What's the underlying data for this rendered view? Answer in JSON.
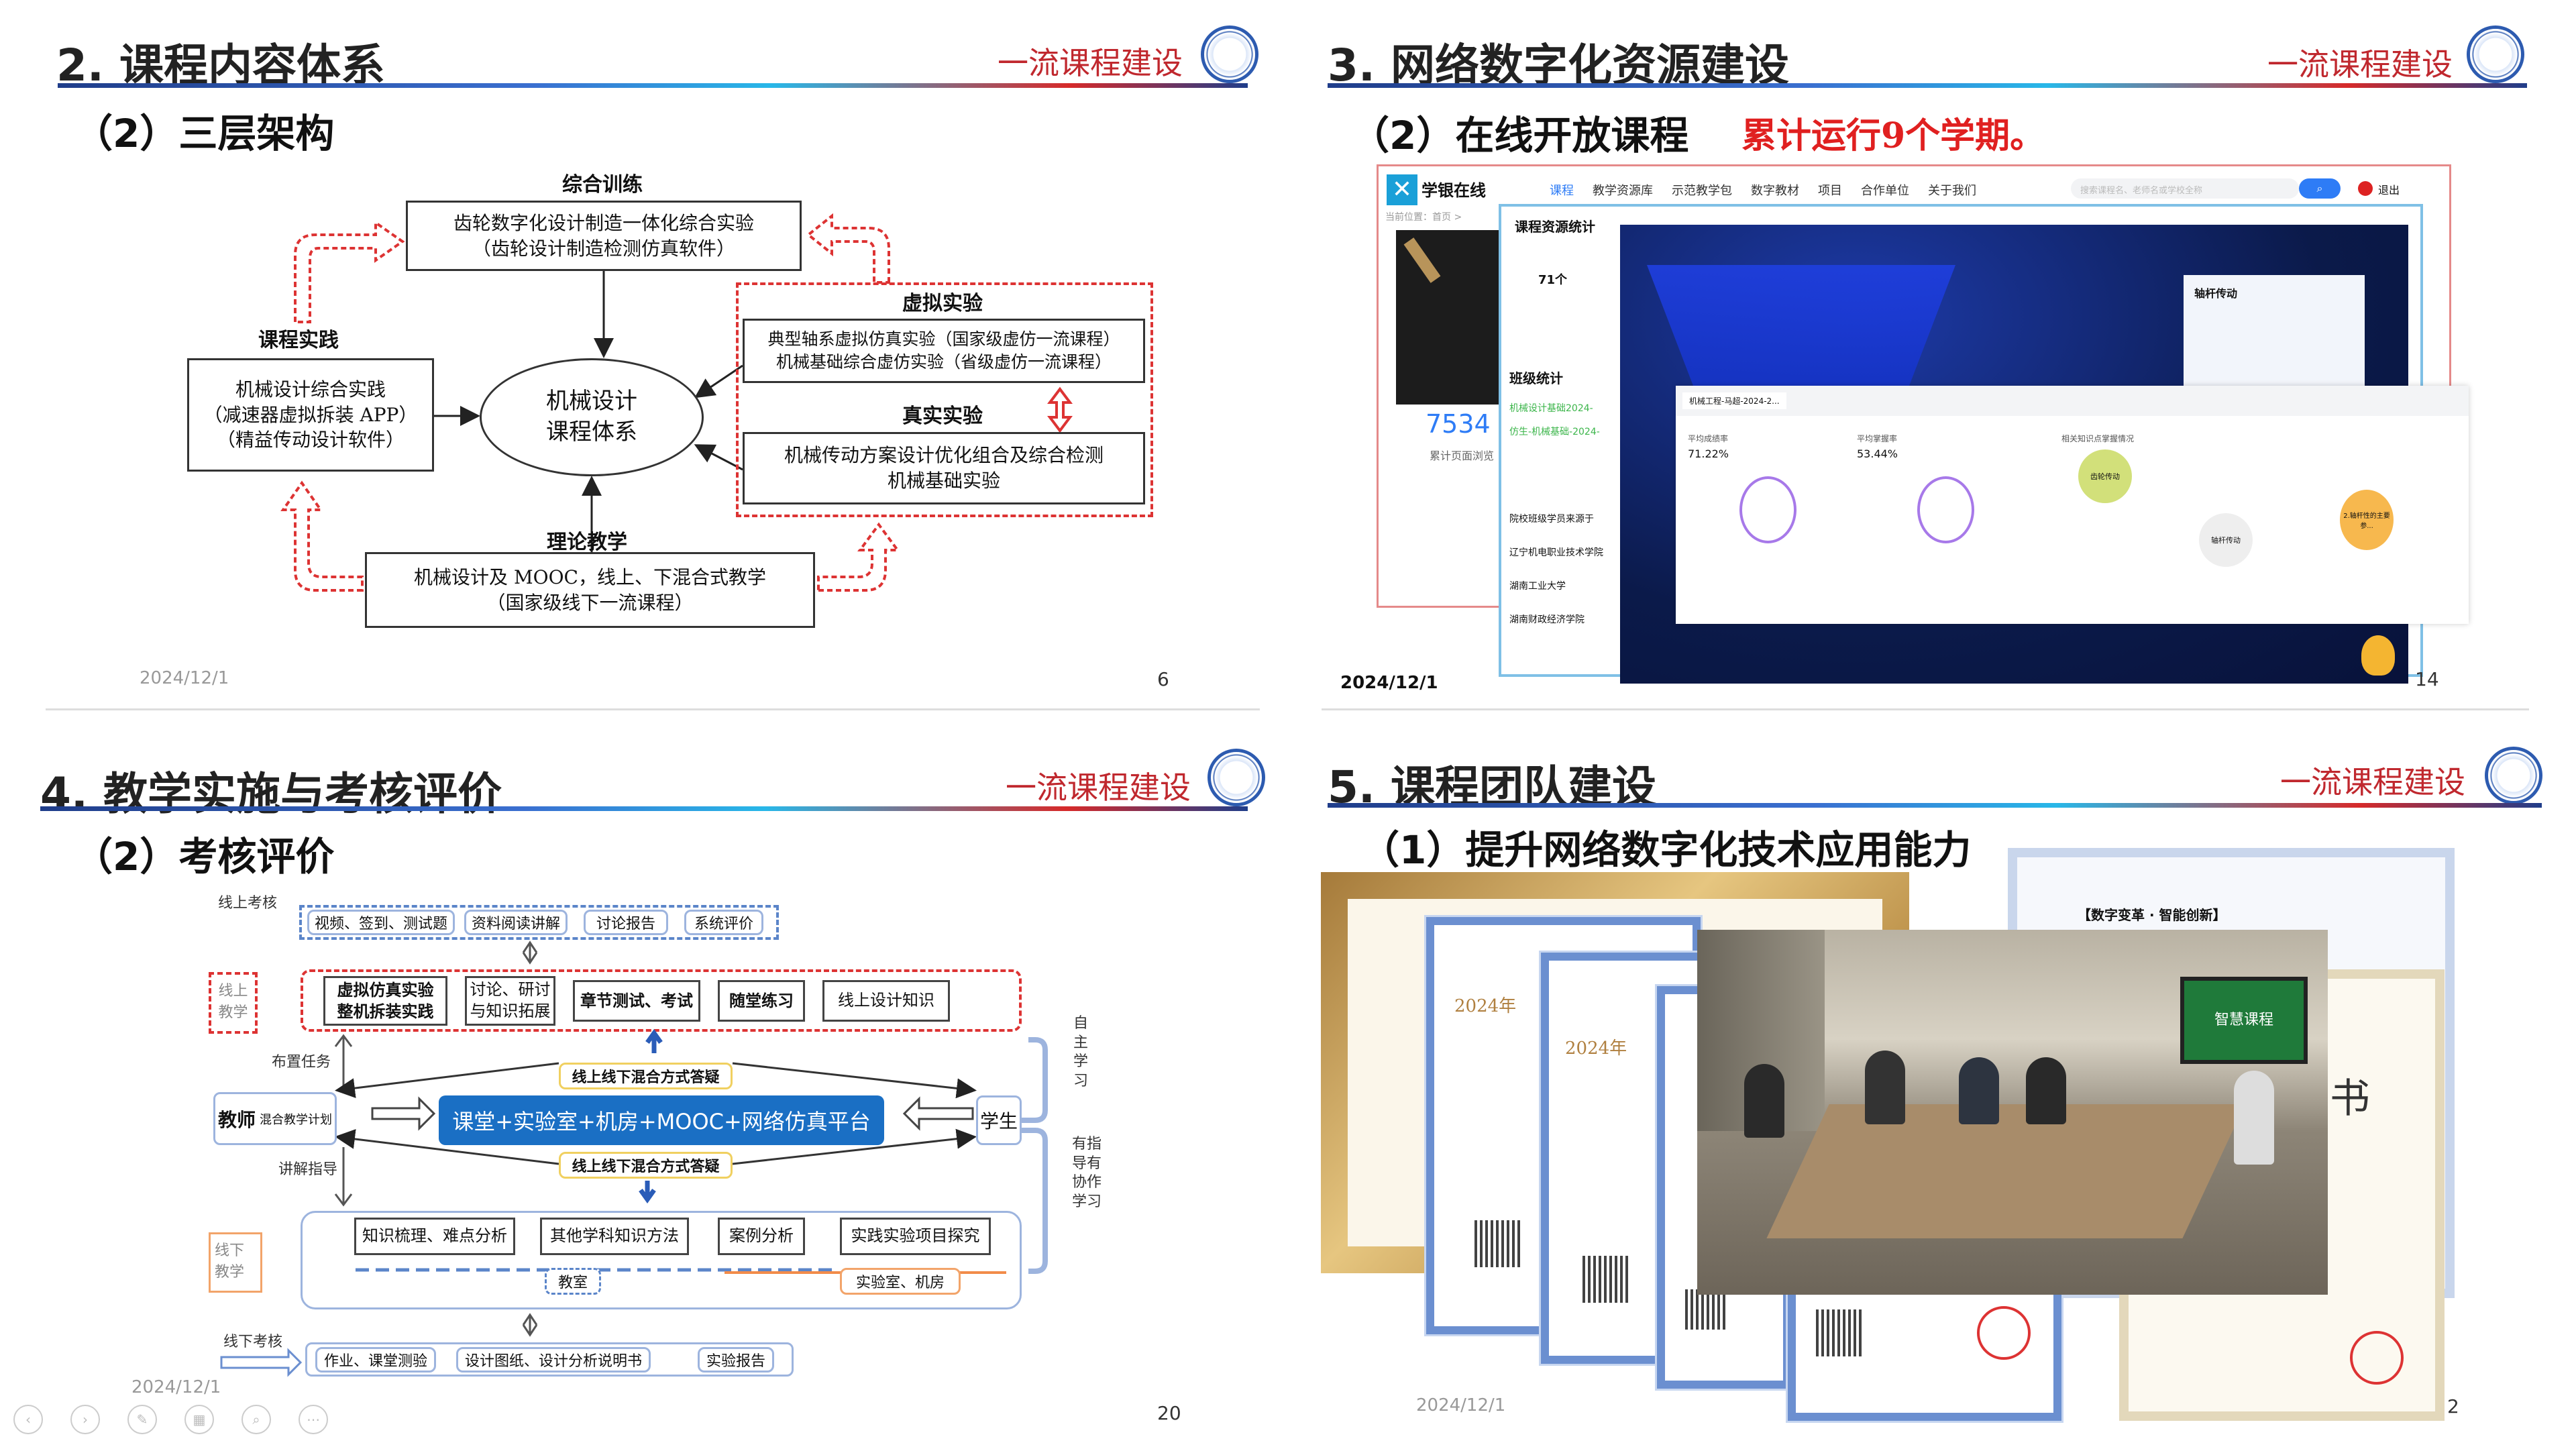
{
  "slide6": {
    "title": "2. 课程内容体系",
    "brand": "一流课程建设",
    "subtitle": "（2）三层架构",
    "labels": {
      "top": "综合训练",
      "left": "课程实践",
      "virtual": "虚拟实验",
      "real": "真实实验",
      "bottom": "理论教学"
    },
    "top_box": [
      "齿轮数字化设计制造一体化综合实验",
      "（齿轮设计制造检测仿真软件）"
    ],
    "left_box": [
      "机械设计综合实践",
      "（减速器虚拟拆装 APP）",
      "（精益传动设计软件）"
    ],
    "center": [
      "机械设计",
      "课程体系"
    ],
    "virtual_box": [
      "典型轴系虚拟仿真实验（国家级虚仿一流课程）",
      "机械基础综合虚仿实验（省级虚仿一流课程）"
    ],
    "real_box": [
      "机械传动方案设计优化组合及综合检测",
      "机械基础实验"
    ],
    "bottom_box": [
      "机械设计及 MOOC，线上、下混合式教学",
      "（国家级线下一流课程）"
    ],
    "date": "2024/12/1",
    "page": "6"
  },
  "slide14": {
    "title": "3. 网络数字化资源建设",
    "brand": "一流课程建设",
    "subtitle": "（2）在线开放课程",
    "highlight": "累计运行9个学期。",
    "site": {
      "logo": "学银在线",
      "nav": [
        "课程",
        "教学资源库",
        "示范教学包",
        "数字教材",
        "项目",
        "合作单位",
        "关于我们"
      ],
      "search_placeholder": "搜索课程名、老师名或学校全称",
      "logout": "退出",
      "breadcrumb": "当前位置：首页 >",
      "visits": "7534",
      "visits_label": "累计页面浏览"
    },
    "stats": {
      "heading": "课程资源统计",
      "count": "71个",
      "class_heading": "班级统计",
      "classes": [
        "机械设计基础2024-",
        "仿生-机械基础-2024-"
      ],
      "schools": [
        "院校班级学员来源于",
        "辽宁机电职业技术学院",
        "湖南工业大学",
        "湖南财政经济学院"
      ]
    },
    "panel": {
      "title": "轴杆传动",
      "class_select": "机械工程-马超-2024-2...",
      "avg_score_label": "平均成绩率",
      "avg_score": "71.22%",
      "avg_mastery_label": "平均掌握率",
      "avg_mastery": "53.44%",
      "graph_label": "相关知识点掌握情况",
      "nodes": [
        "齿轮传动",
        "轴杆传动",
        "2.轴杆性的主要参..."
      ]
    },
    "date": "2024/12/1",
    "page": "14"
  },
  "slide20": {
    "title": "4. 教学实施与考核评价",
    "brand": "一流课程建设",
    "subtitle": "（2）考核评价",
    "online_assess_label": "线上考核",
    "online_assess": [
      "视频、签到、测试题",
      "资料阅读讲解",
      "讨论报告",
      "系统评价"
    ],
    "online_teach_label": "线上教学",
    "online_teach": [
      "虚拟仿真实验\n整机拆装实践",
      "讨论、研讨\n与知识拓展",
      "章节测试、考试",
      "随堂练习",
      "线上设计知识"
    ],
    "assign": "布置任务",
    "explain": "讲解指导",
    "qa": "线上线下混合方式答疑",
    "teacher": "教师",
    "plan": "混合教学计划",
    "platform": "课堂+实验室+机房+MOOC+网络仿真平台",
    "student": "学生",
    "self_study": "自主学习",
    "guided": "有指导有协作学习",
    "offline_teach_label": "线下教学",
    "offline_teach": [
      "知识梳理、难点分析",
      "其他学科知识方法",
      "案例分析",
      "实践实验项目探究"
    ],
    "classroom": "教室",
    "lab": "实验室、机房",
    "offline_assess_label": "线下考核",
    "offline_assess": [
      "作业、课堂测验",
      "设计图纸、设计分析说明书",
      "实验报告"
    ],
    "date": "2024/12/1",
    "page": "20"
  },
  "slide_team": {
    "title": "5. 课程团队建设",
    "brand": "一流课程建设",
    "subtitle": "（1）提升网络数字化技术应用能力",
    "cert_year": "2024年",
    "cert_title": "【数字变革 · 智能创新】",
    "cert_book": "书",
    "screen_text": "智慧课程",
    "date": "2024/12/1",
    "page": "2"
  },
  "colors": {
    "brand_red": "#c0282e",
    "platform_blue": "#1a6fc4",
    "dashboard_navy": "#0b1a4a"
  }
}
